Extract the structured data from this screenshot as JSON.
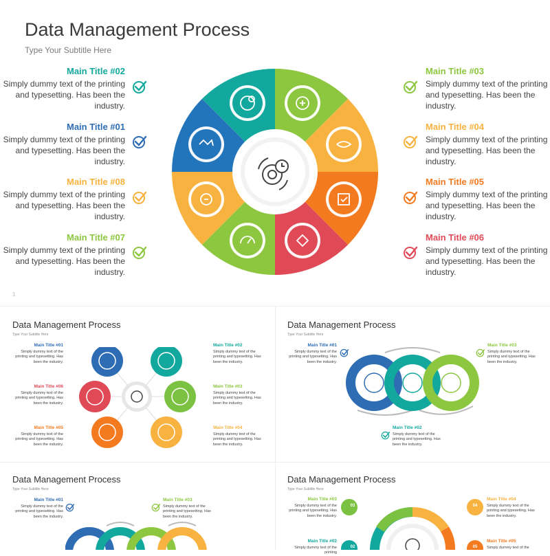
{
  "colors": {
    "teal": "#12A89D",
    "green": "#8DC63F",
    "blue": "#2275BB",
    "yellow": "#F8B240",
    "orange": "#F47A20",
    "red": "#E04A57",
    "darkblue": "#2E6DB4",
    "lime": "#7CC242"
  },
  "hero": {
    "title": "Data Management Process",
    "subtitle": "Type Your Subtitle Here",
    "slide_no": "1",
    "left_items": [
      {
        "title": "Main Title #02",
        "desc": "Simply dummy text of the printing and typesetting. Has been the industry.",
        "color": "#12A89D"
      },
      {
        "title": "Main Title #01",
        "desc": "Simply dummy text of the printing and typesetting. Has been the industry.",
        "color": "#2E6DB4"
      },
      {
        "title": "Main Title #08",
        "desc": "Simply dummy text of the printing and typesetting. Has been the industry.",
        "color": "#F8B240"
      },
      {
        "title": "Main Title #07",
        "desc": "Simply dummy text of the printing and typesetting. Has been the industry.",
        "color": "#8DC63F"
      }
    ],
    "right_items": [
      {
        "title": "Main Title #03",
        "desc": "Simply dummy text of the printing and typesetting. Has been the industry.",
        "color": "#8DC63F"
      },
      {
        "title": "Main Title #04",
        "desc": "Simply dummy text of the printing and typesetting. Has been the industry.",
        "color": "#F8B240"
      },
      {
        "title": "Main Title #05",
        "desc": "Simply dummy text of the printing and typesetting. Has been the industry.",
        "color": "#F47A20"
      },
      {
        "title": "Main Title #06",
        "desc": "Simply dummy text of the printing and typesetting. Has been the industry.",
        "color": "#E04A57"
      }
    ]
  },
  "thumb2": {
    "title": "Data Management Process",
    "subtitle": "Type Your Subtitle Here",
    "left_items": [
      {
        "title": "Main Title #01",
        "desc": "Simply dummy text of the printing and typesetting. Has been the industry.",
        "color": "#2E6DB4"
      },
      {
        "title": "Main Title #06",
        "desc": "Simply dummy text of the printing and typesetting. Has been the industry.",
        "color": "#E04A57"
      },
      {
        "title": "Main Title #05",
        "desc": "Simply dummy text of the printing and typesetting. Has been the industry.",
        "color": "#F47A20"
      }
    ],
    "right_items": [
      {
        "title": "Main Title #02",
        "desc": "Simply dummy text of the printing and typesetting. Has been the industry.",
        "color": "#12A89D"
      },
      {
        "title": "Main Title #03",
        "desc": "Simply dummy text of the printing and typesetting. Has been the industry.",
        "color": "#8DC63F"
      },
      {
        "title": "Main Title #04",
        "desc": "Simply dummy text of the printing and typesetting. Has been the industry.",
        "color": "#F8B240"
      }
    ]
  },
  "thumb3": {
    "title": "Data Management Process",
    "subtitle": "Type Your Subtitle Here",
    "item1": {
      "title": "Main Title #01",
      "desc": "Simply dummy text of the printing and typesetting. Has been the industry.",
      "color": "#2E6DB4"
    },
    "item2": {
      "title": "Main Title #02",
      "desc": "Simply dummy text of the printing and typesetting. Has been the industry.",
      "color": "#12A89D"
    },
    "item3": {
      "title": "Main Title #03",
      "desc": "Simply dummy text of the printing and typesetting. Has been the industry.",
      "color": "#8DC63F"
    }
  },
  "thumb4": {
    "title": "Data Management Process",
    "subtitle": "Type Your Subtitle Here",
    "item1": {
      "title": "Main Title #01",
      "desc": "Simply dummy text of the printing and typesetting. Has been the industry.",
      "color": "#2E6DB4"
    },
    "item3": {
      "title": "Main Title #03",
      "desc": "Simply dummy text of the printing and typesetting. Has been the industry.",
      "color": "#8DC63F"
    }
  },
  "thumb5": {
    "title": "Data Management Process",
    "subtitle": "Type Your Subtitle Here",
    "item3": {
      "title": "Main Title #03",
      "desc": "Simply dummy text of the printing and typesetting. Has been the industry.",
      "color": "#8DC63F"
    },
    "item2": {
      "title": "Main Title #02",
      "desc": "Simply dummy text of the printing",
      "color": "#12A89D"
    },
    "item4": {
      "title": "Main Title #04",
      "desc": "Simply dummy text of the printing and typesetting. Has been the industry.",
      "color": "#F8B240"
    },
    "item5": {
      "title": "Main Title #05",
      "desc": "Simply dummy text of the",
      "color": "#F47A20"
    },
    "badges": [
      "03",
      "02",
      "04",
      "05"
    ]
  }
}
